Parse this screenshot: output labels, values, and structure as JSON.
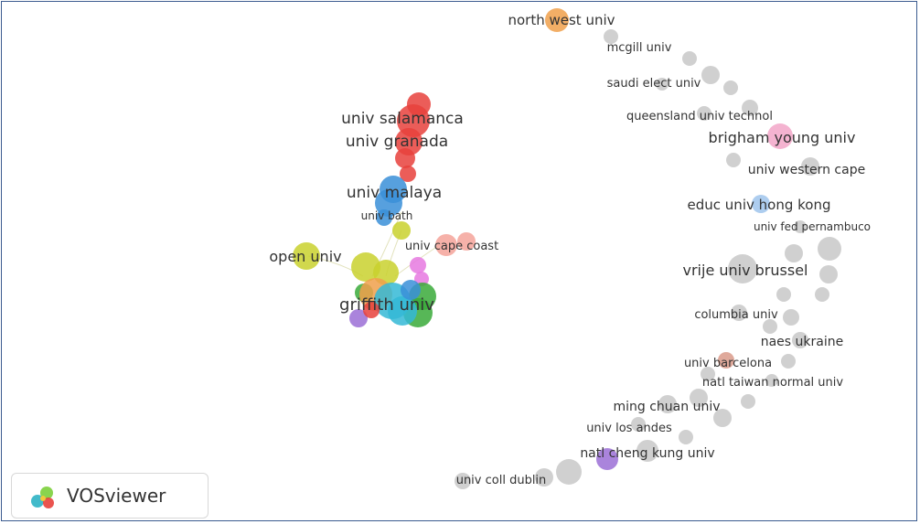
{
  "brand": {
    "name": "VOSviewer"
  },
  "colors": {
    "red": "#e8413c",
    "blue": "#3a8fd8",
    "green": "#3aaa3a",
    "yellow": "#c9d12e",
    "orange": "#f0a04b",
    "pink": "#f2a6c8",
    "salmon": "#f4a39a",
    "purple": "#9b6fd6",
    "cyan": "#34b9d6",
    "magenta": "#e679e0",
    "gray": "#c8c8c8",
    "lightblue": "#9fc4ec",
    "brown": "#d99a8a"
  },
  "labels": [
    {
      "id": "north-west-univ",
      "text": "north west univ"
    },
    {
      "id": "mcgill-univ",
      "text": "mcgill univ"
    },
    {
      "id": "saudi-elect-univ",
      "text": "saudi elect univ"
    },
    {
      "id": "queensland-univ-technol",
      "text": "queensland univ technol"
    },
    {
      "id": "brigham-young-univ",
      "text": "brigham young univ"
    },
    {
      "id": "univ-western-cape",
      "text": "univ western cape"
    },
    {
      "id": "educ-univ-hong-kong",
      "text": "educ univ hong kong"
    },
    {
      "id": "univ-fed-pernambuco",
      "text": "univ fed pernambuco"
    },
    {
      "id": "vrije-univ-brussel",
      "text": "vrije univ brussel"
    },
    {
      "id": "columbia-univ",
      "text": "columbia univ"
    },
    {
      "id": "naes-ukraine",
      "text": "naes ukraine"
    },
    {
      "id": "univ-barcelona",
      "text": "univ barcelona"
    },
    {
      "id": "natl-taiwan-normal-univ",
      "text": "natl taiwan normal univ"
    },
    {
      "id": "ming-chuan-univ",
      "text": "ming chuan univ"
    },
    {
      "id": "univ-los-andes",
      "text": "univ los andes"
    },
    {
      "id": "natl-cheng-kung-univ",
      "text": "natl cheng kung univ"
    },
    {
      "id": "univ-coll-dublin",
      "text": "univ coll dublin"
    },
    {
      "id": "univ-salamanca",
      "text": "univ salamanca"
    },
    {
      "id": "univ-granada",
      "text": "univ granada"
    },
    {
      "id": "univ-malaya",
      "text": "univ malaya"
    },
    {
      "id": "univ-bath",
      "text": "univ bath"
    },
    {
      "id": "univ-cape-coast",
      "text": "univ cape coast"
    },
    {
      "id": "open-univ",
      "text": "open univ"
    },
    {
      "id": "griffith-univ",
      "text": "griffith univ"
    }
  ]
}
